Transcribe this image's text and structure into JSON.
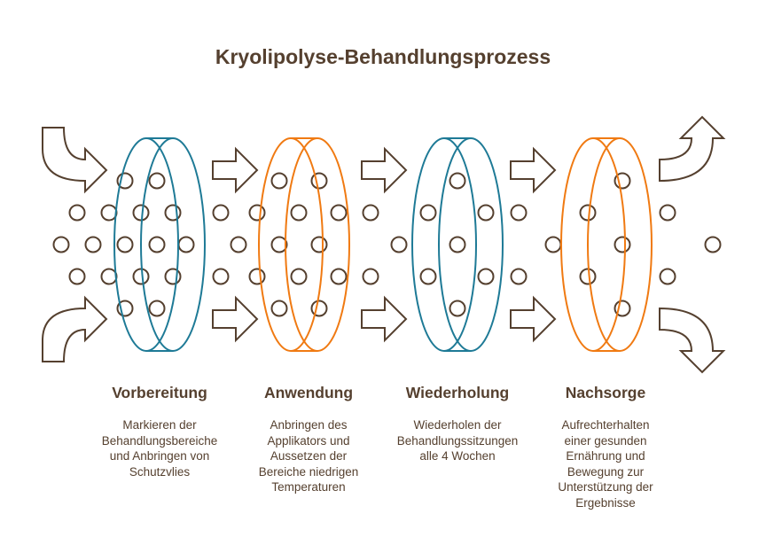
{
  "title": "Kryolipolyse-Behandlungsprozess",
  "colors": {
    "text": "#55402f",
    "dots": "#55402f",
    "arrows": "#55402f",
    "teal": "#1e7a96",
    "orange": "#f07a12"
  },
  "stages": [
    {
      "title": "Vorbereitung",
      "description": "Markieren der Behandlungsbereiche und Anbringen von Schutzvlies",
      "ring_color": "teal"
    },
    {
      "title": "Anwendung",
      "description": "Anbringen des Applikators und Aussetzen der Bereiche niedrigen Temperaturen",
      "ring_color": "orange"
    },
    {
      "title": "Wiederholung",
      "description": "Wiederholen der Behandlungssitzungen alle 4 Wochen",
      "ring_color": "teal"
    },
    {
      "title": "Nachsorge",
      "description": "Aufrechterhalten einer gesunden Ernährung und Bewegung zur Unterstützung der Ergebnisse",
      "ring_color": "orange"
    }
  ],
  "icons": {
    "inflow": "curved-arrow-in-icon",
    "flow": "right-arrow-icon",
    "outflow": "curved-arrow-out-icon",
    "particle": "circle-particle-icon",
    "ring": "ring-filter-icon"
  }
}
